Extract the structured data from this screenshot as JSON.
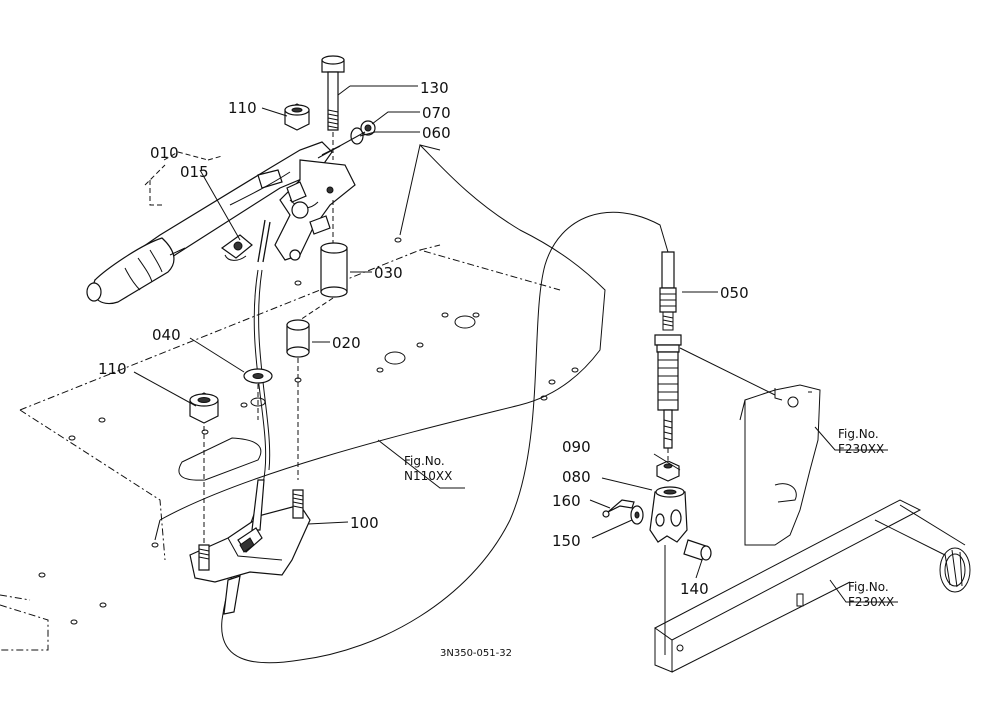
{
  "labels": {
    "p010": "010",
    "p015": "015",
    "p020": "020",
    "p030": "030",
    "p040": "040",
    "p050": "050",
    "p060": "060",
    "p070": "070",
    "p080": "080",
    "p090": "090",
    "p100": "100",
    "p110a": "110",
    "p110b": "110",
    "p130": "130",
    "p140": "140",
    "p150": "150",
    "p160": "160"
  },
  "fig_refs": {
    "n110_line1": "Fig.No.",
    "n110_line2": "N110XX",
    "f230a_line1": "Fig.No.",
    "f230a_line2": "F230XX",
    "f230b_line1": "Fig.No.",
    "f230b_line2": "F230XX"
  },
  "drawing_code": "3N350-051-32"
}
